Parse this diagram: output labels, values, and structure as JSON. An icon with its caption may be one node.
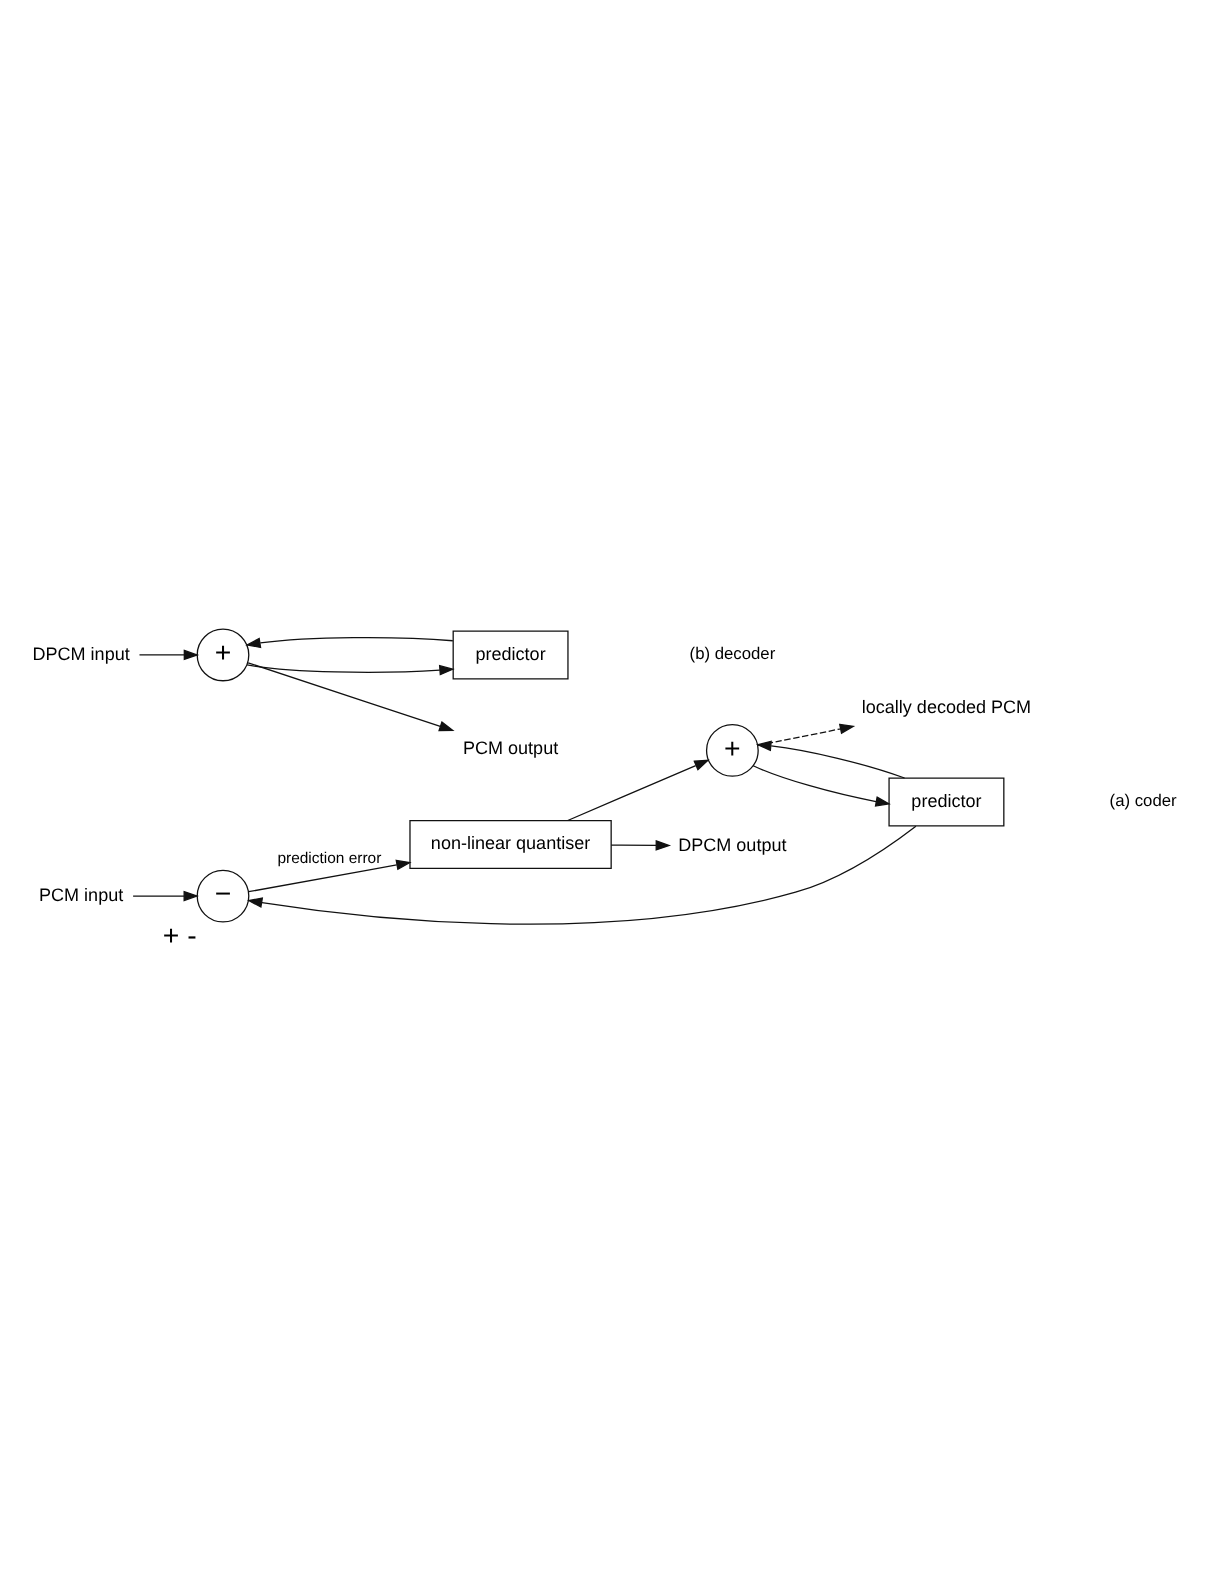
{
  "diagram": {
    "nodes": [
      {
        "text": [
          "PCM input"
        ]
      },
      {
        "text": [
          "−"
        ],
        "beside": [
          "+",
          "-"
        ]
      },
      {
        "text": [
          "non-linear quantiser"
        ]
      },
      {
        "text": [
          "DPCM output"
        ]
      },
      {
        "text": [
          "+"
        ]
      },
      {
        "text": [
          "predictor"
        ]
      },
      {
        "text": [
          "locally decoded PCM"
        ]
      },
      {
        "text": [
          "DPCM input"
        ]
      },
      {
        "text": [
          "+"
        ]
      },
      {
        "text": [
          "predictor"
        ]
      },
      {
        "text": [
          "PCM output"
        ]
      }
    ],
    "edges": [
      {
        "from": 0,
        "to": 1,
        "arrow": "to"
      },
      {
        "from": 1,
        "to": 2,
        "arrow": "to",
        "label": "prediction error"
      },
      {
        "from": 2,
        "to": 3,
        "arrow": "to"
      },
      {
        "from": 2,
        "to": 4,
        "arrow": "to"
      },
      {
        "from": 4,
        "to": 5,
        "arrow": "to"
      },
      {
        "from": 4,
        "to": 6,
        "arrow": "to",
        "style": "dashed"
      },
      {
        "from": 5,
        "to": 1,
        "arrow": "to"
      },
      {
        "from": 5,
        "to": 4,
        "arrow": "to"
      },
      {
        "from": 7,
        "to": 8,
        "arrow": "to"
      },
      {
        "from": 8,
        "to": 9,
        "arrow": "to"
      },
      {
        "from": 8,
        "to": 10,
        "arrow": "to"
      },
      {
        "from": 9,
        "to": 8,
        "arrow": "to"
      }
    ],
    "labels": [
      "(a) coder",
      "(b) decoder"
    ]
  }
}
